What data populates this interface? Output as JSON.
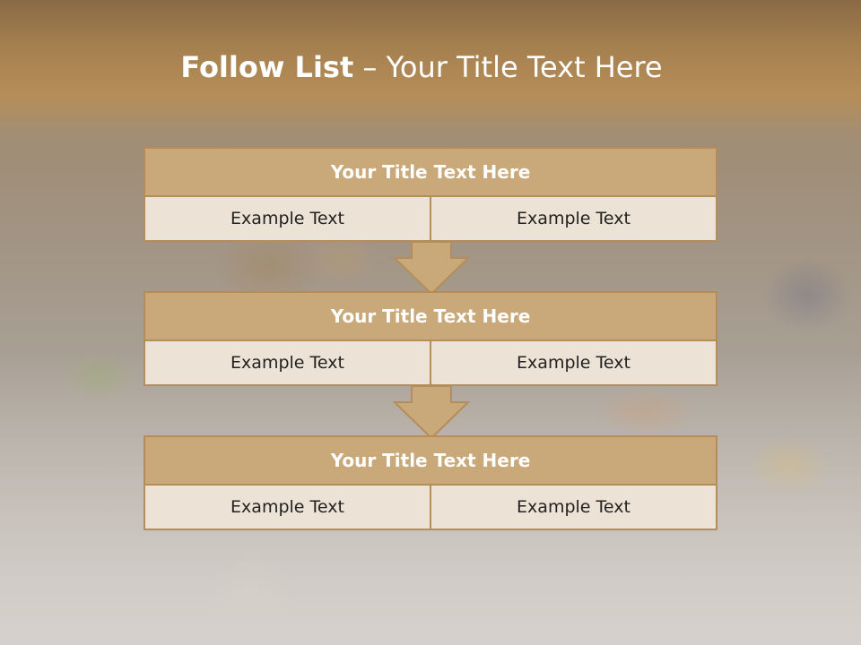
{
  "slide": {
    "title_bold": "Follow List",
    "title_rest": " – Your Title Text Here"
  },
  "steps": [
    {
      "title": "Your Title Text Here",
      "left": "Example Text",
      "right": "Example Text"
    },
    {
      "title": "Your Title Text Here",
      "left": "Example Text",
      "right": "Example Text"
    },
    {
      "title": "Your Title Text Here",
      "left": "Example Text",
      "right": "Example Text"
    }
  ],
  "colors": {
    "accent": "#b58d58",
    "header_fill": "#c9a87a",
    "cell_fill": "#ece2d6",
    "title_text": "#ffffff"
  }
}
